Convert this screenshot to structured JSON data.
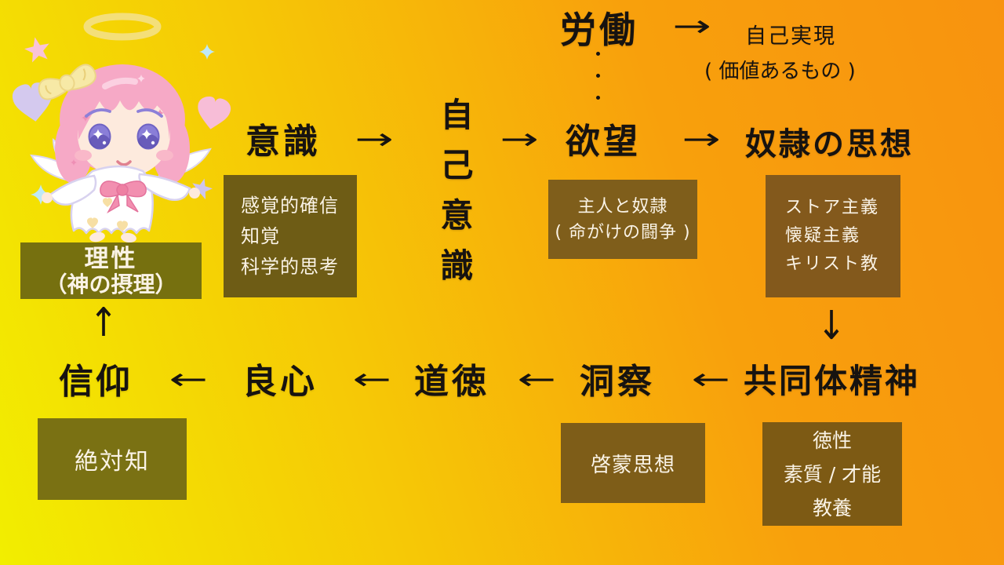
{
  "palette": {
    "bg_yellow": "#f2ee00",
    "bg_amber": "#f6c806",
    "bg_orange": "#f8940f",
    "text_black": "#171310",
    "box_text_white": "#faf3e6",
    "box_olive": "#76700f",
    "box_brown": "#7f5e1b"
  },
  "illustration": {
    "name": "angel-character"
  },
  "top_flow": {
    "labor": "労働",
    "arrow": "→",
    "result": "自己実現",
    "result_note": "( 価値あるもの )"
  },
  "main_flow": {
    "consciousness": "意識",
    "arrow1": "→",
    "self_consciousness": "自己意識",
    "arrow2": "→",
    "desire": "欲望",
    "arrow3": "→",
    "slave_thought": "奴隷の思想"
  },
  "reason": {
    "title": "理性",
    "subtitle": "（神の摂理）",
    "up_arrow": "↑"
  },
  "slave_to_community_arrow": "↓",
  "bottom_flow": {
    "faith": "信仰",
    "arrow1": "←",
    "conscience": "良心",
    "arrow2": "←",
    "morality": "道徳",
    "arrow3": "←",
    "insight": "洞察",
    "arrow4": "←",
    "community_spirit": "共同体精神"
  },
  "boxes": {
    "consciousness": {
      "color": "#6e5c15",
      "lines": [
        "感覚的確信",
        "知覚",
        "科学的思考"
      ]
    },
    "desire": {
      "color": "#7f5e1b",
      "lines": [
        "主人と奴隷",
        "( 命がけの闘争 )"
      ]
    },
    "slave": {
      "color": "#83591c",
      "lines": [
        "ストア主義",
        "懐疑主義",
        "キリスト教"
      ]
    },
    "absolute": {
      "color": "#7a7113",
      "label": "絶対知"
    },
    "insight": {
      "color": "#7e5d18",
      "label": "啓蒙思想"
    },
    "community": {
      "color": "#7d5a14",
      "lines": [
        "徳性",
        "素質 / 才能",
        "教養"
      ]
    }
  }
}
